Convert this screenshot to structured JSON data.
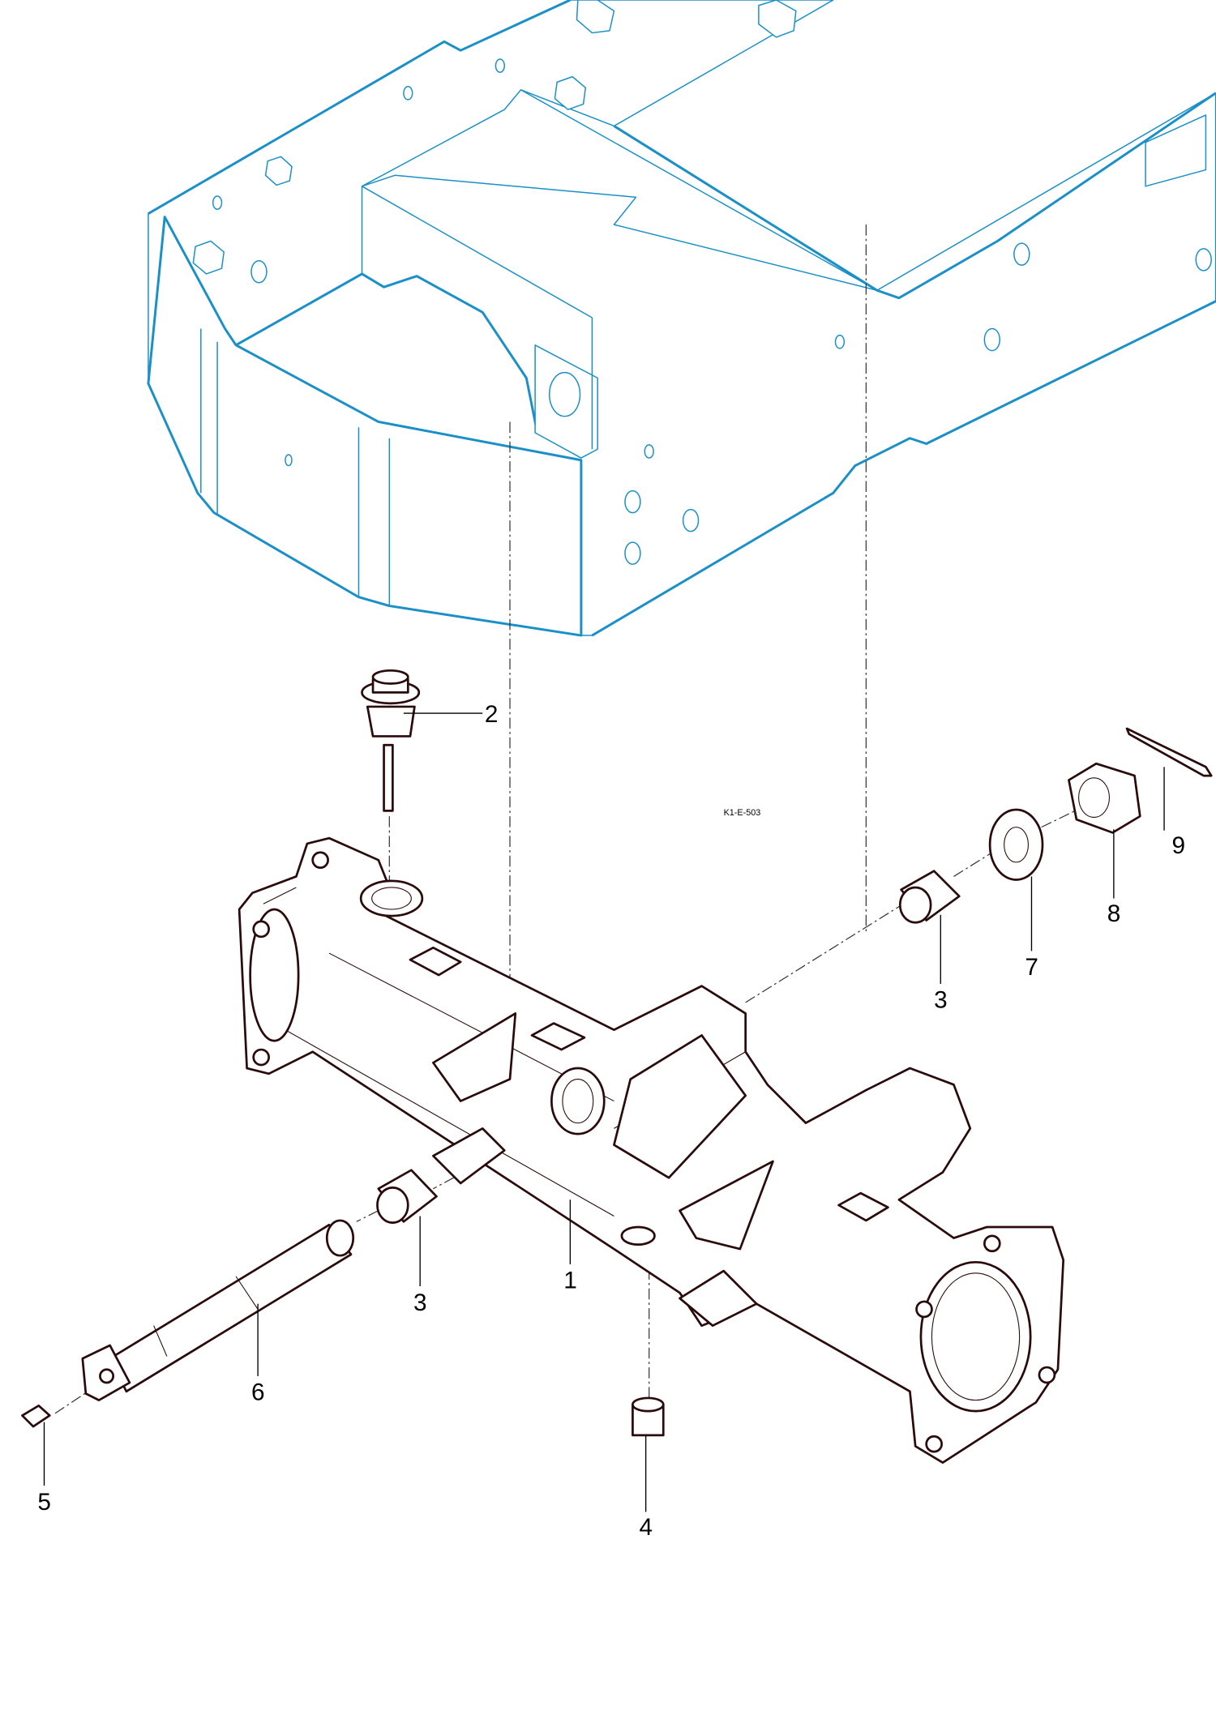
{
  "drawing_ref": "K1-E-503",
  "colors": {
    "frame": "#1a8fc8",
    "parts": "#2a0a0a"
  },
  "callouts": [
    {
      "id": "1",
      "label": "1"
    },
    {
      "id": "2",
      "label": "2"
    },
    {
      "id": "3a",
      "label": "3"
    },
    {
      "id": "3b",
      "label": "3"
    },
    {
      "id": "4",
      "label": "4"
    },
    {
      "id": "5",
      "label": "5"
    },
    {
      "id": "6",
      "label": "6"
    },
    {
      "id": "7",
      "label": "7"
    },
    {
      "id": "8",
      "label": "8"
    },
    {
      "id": "9",
      "label": "9"
    }
  ]
}
